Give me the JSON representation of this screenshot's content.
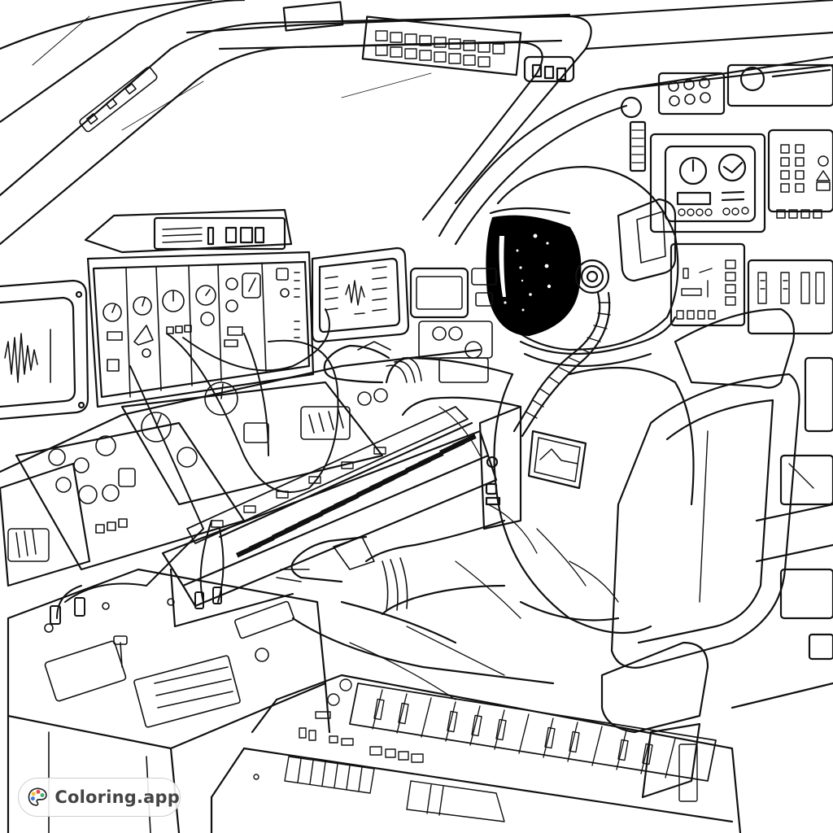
{
  "scene": {
    "type": "coloring-page",
    "subject": "Astronaut playing a synthesizer keyboard inside a spacecraft cockpit",
    "style": "black line art on white background",
    "colors": {
      "line": "#111111",
      "background": "#ffffff",
      "visor": "#000000"
    },
    "elements": [
      "cockpit-window-frame",
      "overhead-panels",
      "left-oscilloscope-monitor",
      "modular-synth-rack",
      "center-waveform-monitor",
      "patch-cables",
      "gauge-console",
      "synth-keyboard",
      "astronaut-with-helmet",
      "starry-visor",
      "breathing-hose",
      "shoulder-patch",
      "pilot-seat",
      "right-instrument-wall",
      "lower-keyboard",
      "lower-left-control-box"
    ]
  },
  "watermark": {
    "label": "Coloring.app",
    "icon": "palette-icon",
    "palette_colors": [
      "#f2c230",
      "#e84c4c",
      "#3cb371",
      "#3a7be0"
    ]
  }
}
